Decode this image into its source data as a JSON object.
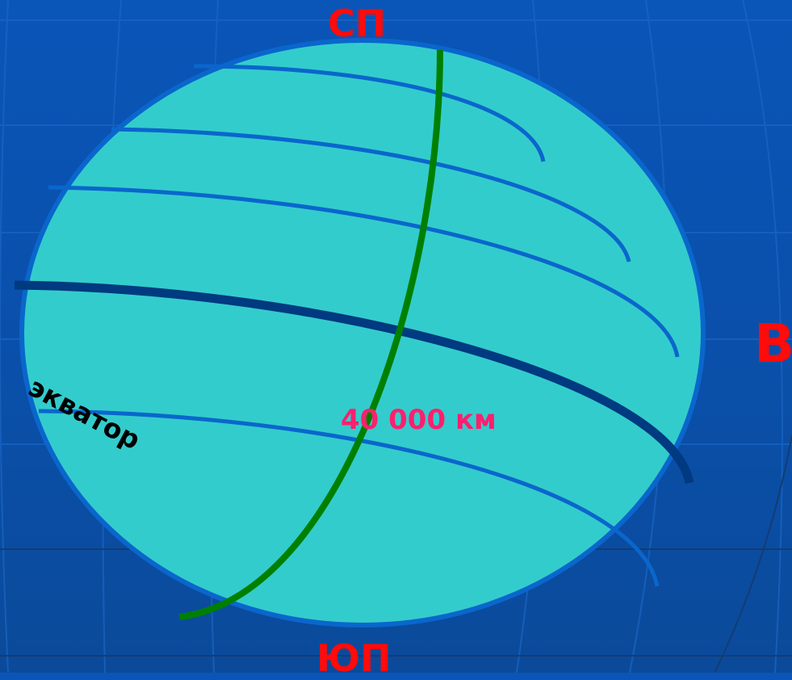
{
  "labels": {
    "north_pole": "СП",
    "south_pole": "ЮП",
    "east": "В",
    "equator": "экватор",
    "distance": "40 000 км"
  },
  "colors": {
    "background": "#0a55b8",
    "globe_fill": "#33cccc",
    "globe_stroke": "#0a66cc",
    "parallel": "#0a66cc",
    "equator_line": "#003a80",
    "meridian": "#008000",
    "pole_label": "#ff0b0b",
    "distance_label": "#ff1f6e"
  }
}
